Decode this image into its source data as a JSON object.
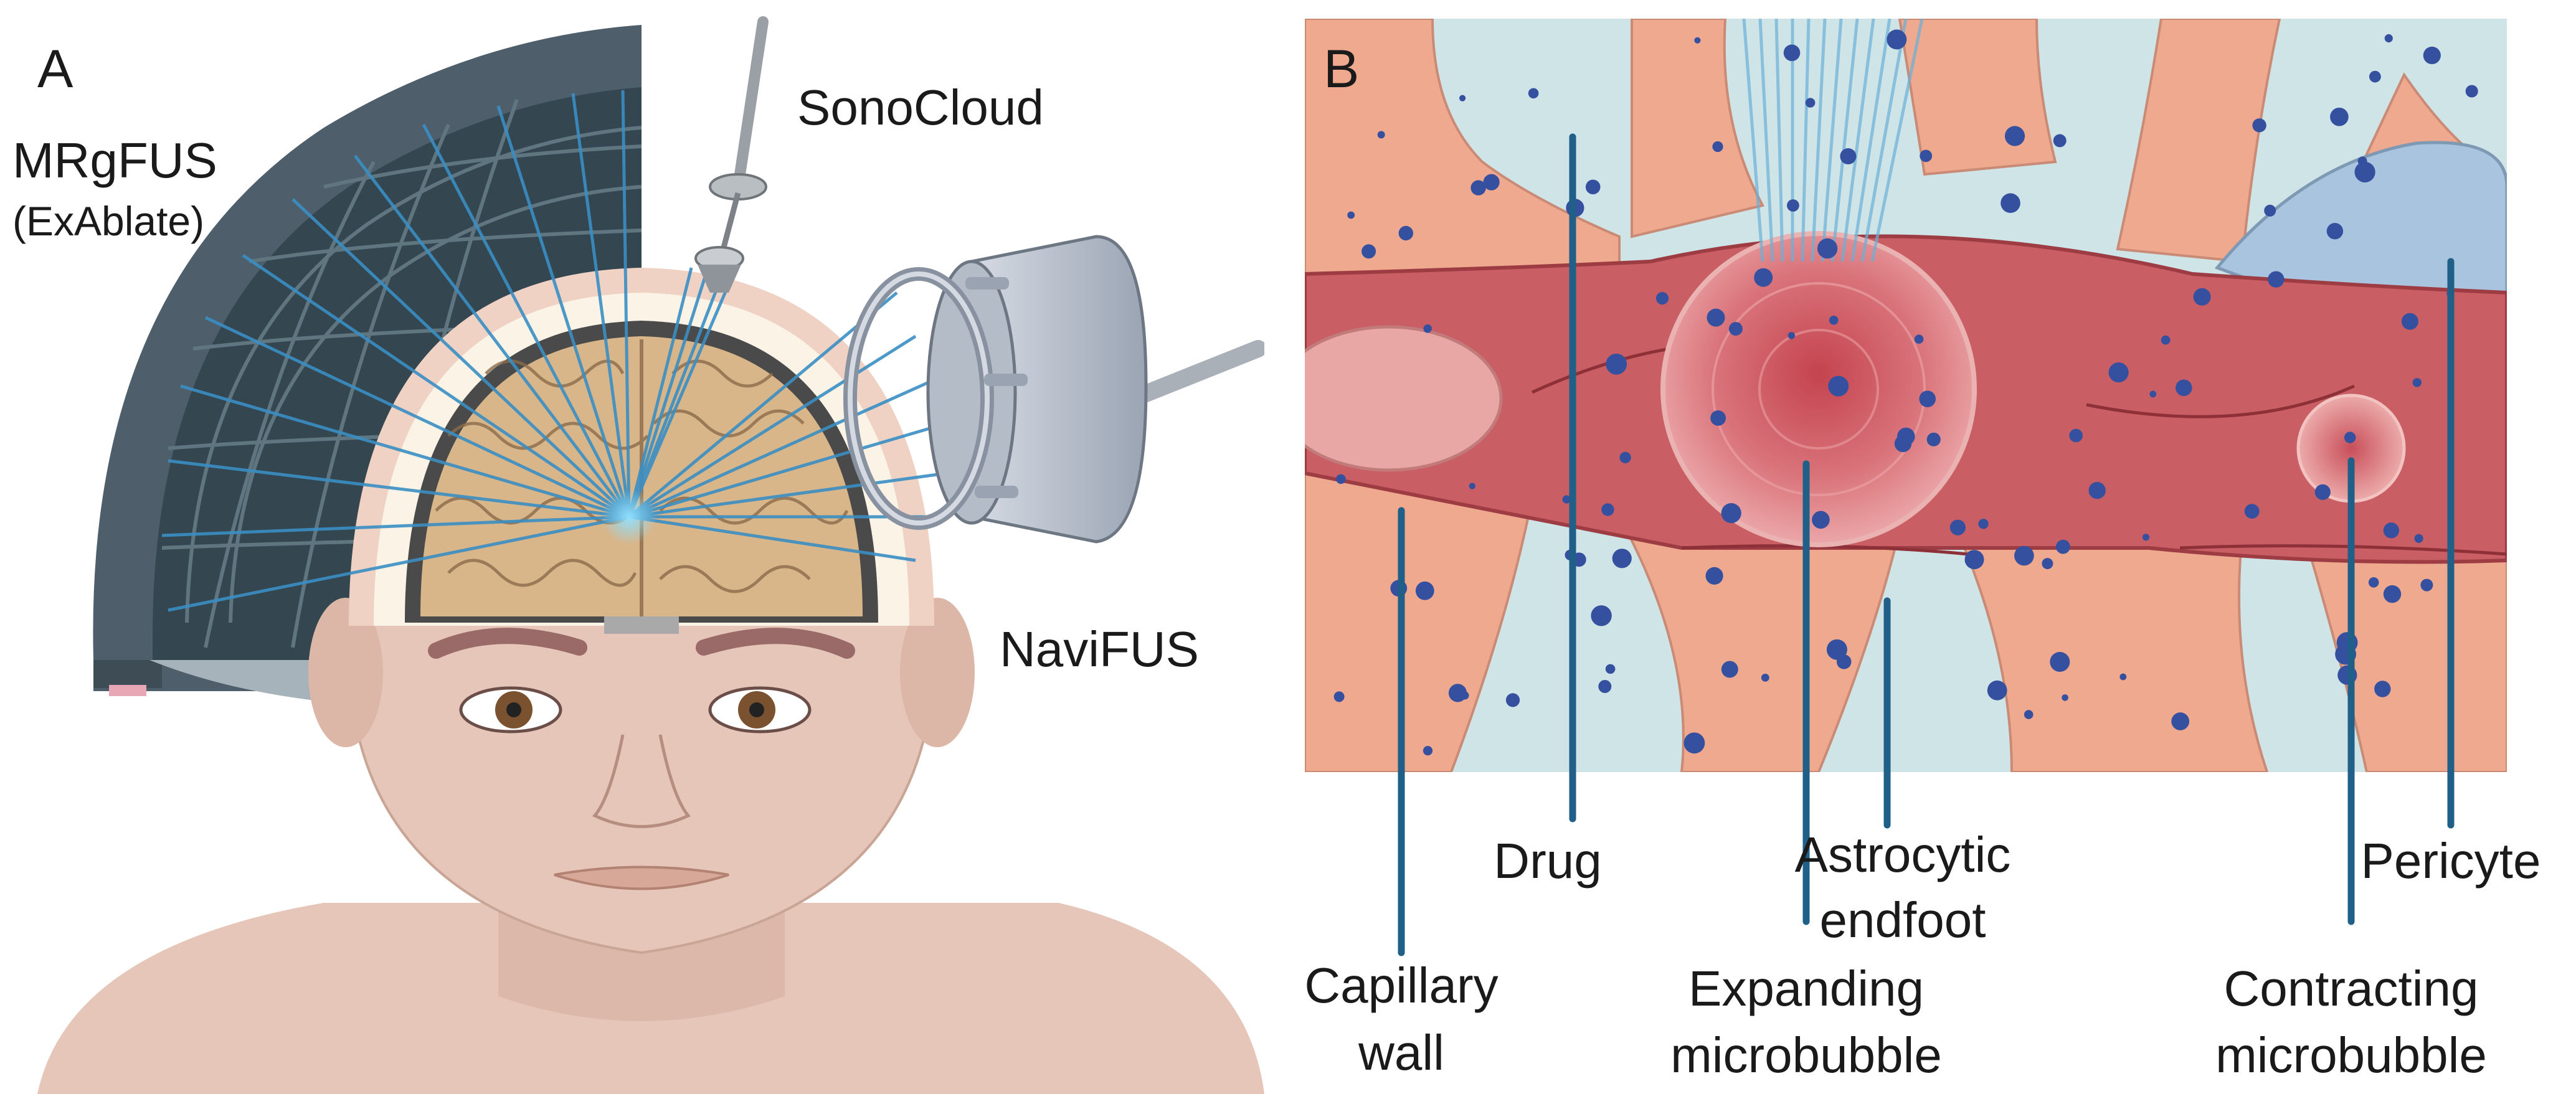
{
  "panel_a": {
    "panel_label": "A",
    "labels": {
      "mrgfus": "MRgFUS",
      "exablate": "(ExAblate)",
      "sonocloud": "SonoCloud",
      "navifus": "NaviFUS"
    }
  },
  "panel_b": {
    "panel_label": "B",
    "labels": {
      "drug": "Drug",
      "capillary_1": "Capillary",
      "capillary_2": "wall",
      "astro_1": "Astrocytic",
      "astro_2": "endfoot",
      "expanding_1": "Expanding",
      "expanding_2": "microbubble",
      "pericyte": "Pericyte",
      "contracting_1": "Contracting",
      "contracting_2": "microbubble"
    }
  },
  "colors": {
    "ultrasound_beam": "#3a8fc4",
    "helmet": "#4e5f6b",
    "skin": "#e6c6b8",
    "brain": "#d9b58a",
    "vessel": "#c95f64",
    "tissue": "#efa98f",
    "background_fluid": "#cfe4e6",
    "pericyte": "#a9c4df",
    "drug_particles": "#3650a0",
    "leader_line": "#1f5f88"
  }
}
